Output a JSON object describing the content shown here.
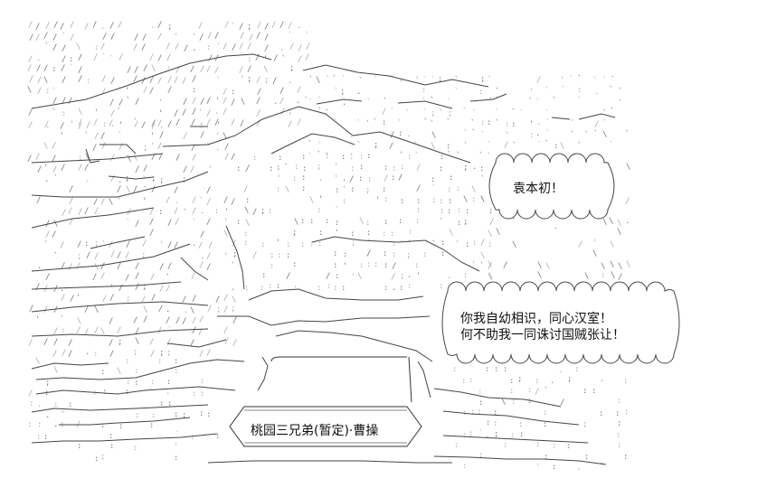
{
  "speech": {
    "yuan_shao": "袁本初！",
    "line1": "你我自幼相识，同心汉室！",
    "line2": "何不助我一同诛讨国贼张让！"
  },
  "title_plate": "桃园三兄弟(暂定)·曹操",
  "colors": {
    "ink": "#333333",
    "faint": "#9a9a9a",
    "bg": "#ffffff"
  }
}
